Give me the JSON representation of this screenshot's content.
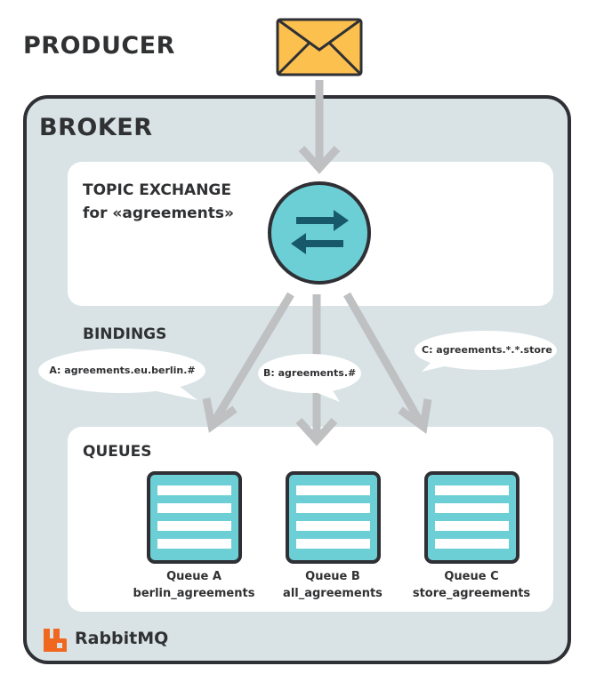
{
  "producer": {
    "title": "PRODUCER",
    "icon": "envelope-icon"
  },
  "broker": {
    "title": "BROKER",
    "exchange": {
      "title_line1": "TOPIC EXCHANGE",
      "title_line2": "for «agreements»",
      "icon": "swap-arrows-icon"
    },
    "bindings_title": "BINDINGS",
    "bindings": [
      {
        "label": "A: agreements.eu.berlin.#"
      },
      {
        "label": "B: agreements.#"
      },
      {
        "label": "C: agreements.*.*.store"
      }
    ],
    "queues_title": "QUEUES",
    "queues": [
      {
        "name": "Queue A",
        "routing": "berlin_agreements"
      },
      {
        "name": "Queue B",
        "routing": "all_agreements"
      },
      {
        "name": "Queue C",
        "routing": "store_agreements"
      }
    ]
  },
  "brand": {
    "name": "RabbitMQ",
    "icon": "rabbitmq-logo-icon"
  },
  "colors": {
    "envelope": "#fbc04e",
    "broker_bg": "#d9e3e6",
    "exchange_circle": "#6dcfd6",
    "exchange_arrows": "#17596a",
    "queue_fill": "#6dcfd6",
    "queue_border": "#2f3035",
    "arrow": "#bfc0c2",
    "rabbitmq": "#f06820"
  }
}
